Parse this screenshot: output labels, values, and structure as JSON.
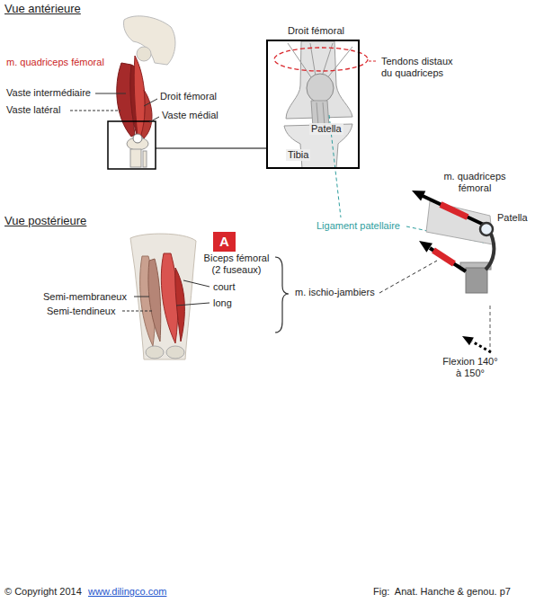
{
  "diagram": {
    "caption": "Fig:  Anat. Hanche & genou. p7",
    "nodes": [
      {
        "text": [
          "Droit fémoral",
          "Patella",
          "Tibia"
        ]
      },
      {
        "text": [
          "A"
        ]
      }
    ],
    "labels": [
      "Vue antérieure",
      "m. quadriceps fémoral",
      "Vaste intermédiaire",
      "Vaste latéral",
      "Droit fémoral",
      "Vaste médial",
      "Tendons distaux du quadriceps",
      "m. quadriceps fémoral",
      "Patella",
      "Vue postérieure",
      "Ligament patellaire",
      "Biceps fémoral (2 fuseaux)",
      "court",
      "long",
      "Semi-membraneux",
      "Semi-tendineux",
      "m. ischio-jambiers",
      "Flexion 140° à 150°",
      "© Copyright 2014",
      "www.dilingco.com"
    ]
  }
}
